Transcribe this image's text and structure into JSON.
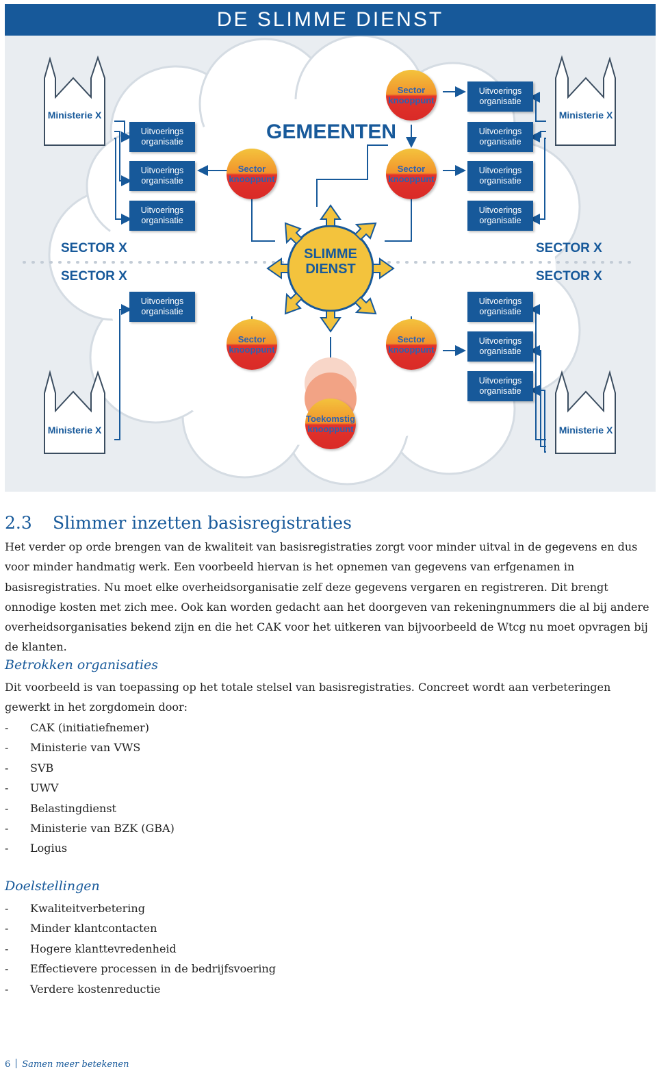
{
  "banner": {
    "title": "DE SLIMME DIENST"
  },
  "diagram": {
    "cloud_title": "GEMEENTEN",
    "center": {
      "line1": "SLIMME",
      "line2": "DIENST"
    },
    "ministry_label": "Ministerie X",
    "sector_label": "SECTOR X",
    "org": {
      "line1": "Uitvoerings",
      "line2": "organisatie"
    },
    "knooppunt": {
      "line1": "Sector",
      "line2": "knooppunt"
    },
    "future_knooppunt": {
      "line1": "Toekomstig",
      "line2": "knooppunt"
    },
    "colors": {
      "primary_blue": "#17599a",
      "knoop_red": "#d92a27",
      "knoop_orange": "#f2942c",
      "center_yellow": "#f3c33d"
    }
  },
  "section": {
    "number": "2.3",
    "title": "Slimmer inzetten basisregistraties",
    "paragraph": "Het verder op orde brengen van de kwaliteit van basisregistraties zorgt voor minder uitval in de gegevens en dus voor minder handmatig werk. Een voorbeeld hiervan is het opnemen van gegevens van erfgenamen in basisregistraties. Nu moet elke overheidsorganisatie zelf deze gegevens vergaren en registreren. Dit brengt onnodige kosten met zich mee. Ook kan worden gedacht aan het doorgeven van rekeningnummers die al bij andere overheidsorganisaties bekend zijn en die het CAK voor het uitkeren van bijvoorbeeld de Wtcg nu moet opvragen bij de klanten."
  },
  "betrokken": {
    "heading": "Betrokken organisaties",
    "intro": "Dit voorbeeld is van toepassing op het totale stelsel van basisregistraties. Concreet wordt aan verbeteringen gewerkt in het zorgdomein door:",
    "items": [
      "CAK (initiatiefnemer)",
      "Ministerie van VWS",
      "SVB",
      "UWV",
      "Belastingdienst",
      "Ministerie van BZK (GBA)",
      "Logius"
    ]
  },
  "doelstellingen": {
    "heading": "Doelstellingen",
    "items": [
      "Kwaliteitverbetering",
      "Minder klantcontacten",
      "Hogere klanttevredenheid",
      "Effectievere processen in de bedrijfsvoering",
      "Verdere kostenreductie"
    ]
  },
  "footer": {
    "page_number": "6",
    "title": "Samen meer betekenen"
  }
}
